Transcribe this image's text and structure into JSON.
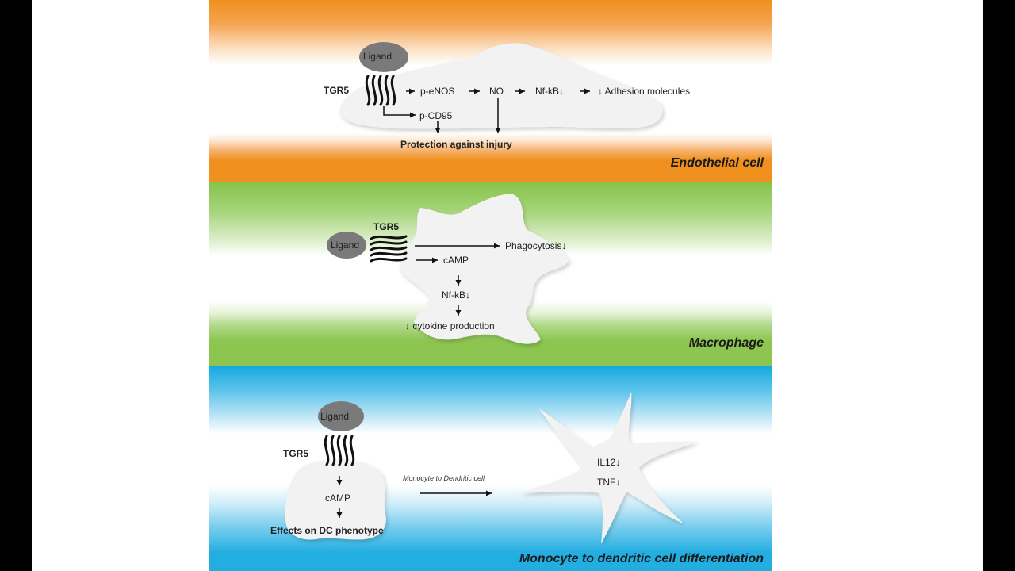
{
  "endothelial": {
    "title": "Endothelial cell",
    "ligand": "Ligand",
    "receptor": "TGR5",
    "peNOS": "p-eNOS",
    "no": "NO",
    "nfkb": "Nf-kB↓",
    "adhesion": "↓ Adhesion molecules",
    "pcd95": "p-CD95",
    "protection": "Protection against injury"
  },
  "macrophage": {
    "title": "Macrophage",
    "ligand": "Ligand",
    "receptor": "TGR5",
    "phagocytosis": "Phagocytosis↓",
    "camp": "cAMP",
    "nfkb": "Nf-kB↓",
    "cytokine": "↓ cytokine production"
  },
  "monocyte": {
    "title": "Monocyte to dendritic cell differentiation",
    "ligand": "Ligand",
    "receptor": "TGR5",
    "camp": "cAMP",
    "effects": "Effects on DC phenotype",
    "transition_label": "Monocyte to Dendritic cell",
    "il12": "IL12↓",
    "tnf": "TNF↓"
  }
}
